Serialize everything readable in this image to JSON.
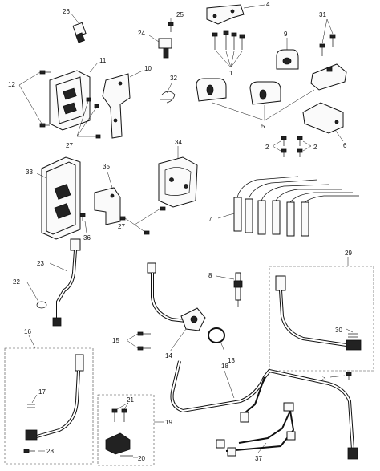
{
  "diagram": {
    "callouts": {
      "c1": "1",
      "c2a": "2",
      "c2b": "2",
      "c3": "3",
      "c4": "4",
      "c5": "5",
      "c6": "6",
      "c7": "7",
      "c8": "8",
      "c9": "9",
      "c10": "10",
      "c11": "11",
      "c12": "12",
      "c13": "13",
      "c14": "14",
      "c15": "15",
      "c16": "16",
      "c17": "17",
      "c18": "18",
      "c19": "19",
      "c20": "20",
      "c21": "21",
      "c22": "22",
      "c23": "23",
      "c24": "24",
      "c25": "25",
      "c26": "26",
      "c27a": "27",
      "c27b": "27",
      "c28": "28",
      "c29": "29",
      "c30": "30",
      "c31": "31",
      "c32": "32",
      "c33": "33",
      "c34": "34",
      "c35": "35",
      "c36": "36",
      "c37": "37"
    }
  }
}
